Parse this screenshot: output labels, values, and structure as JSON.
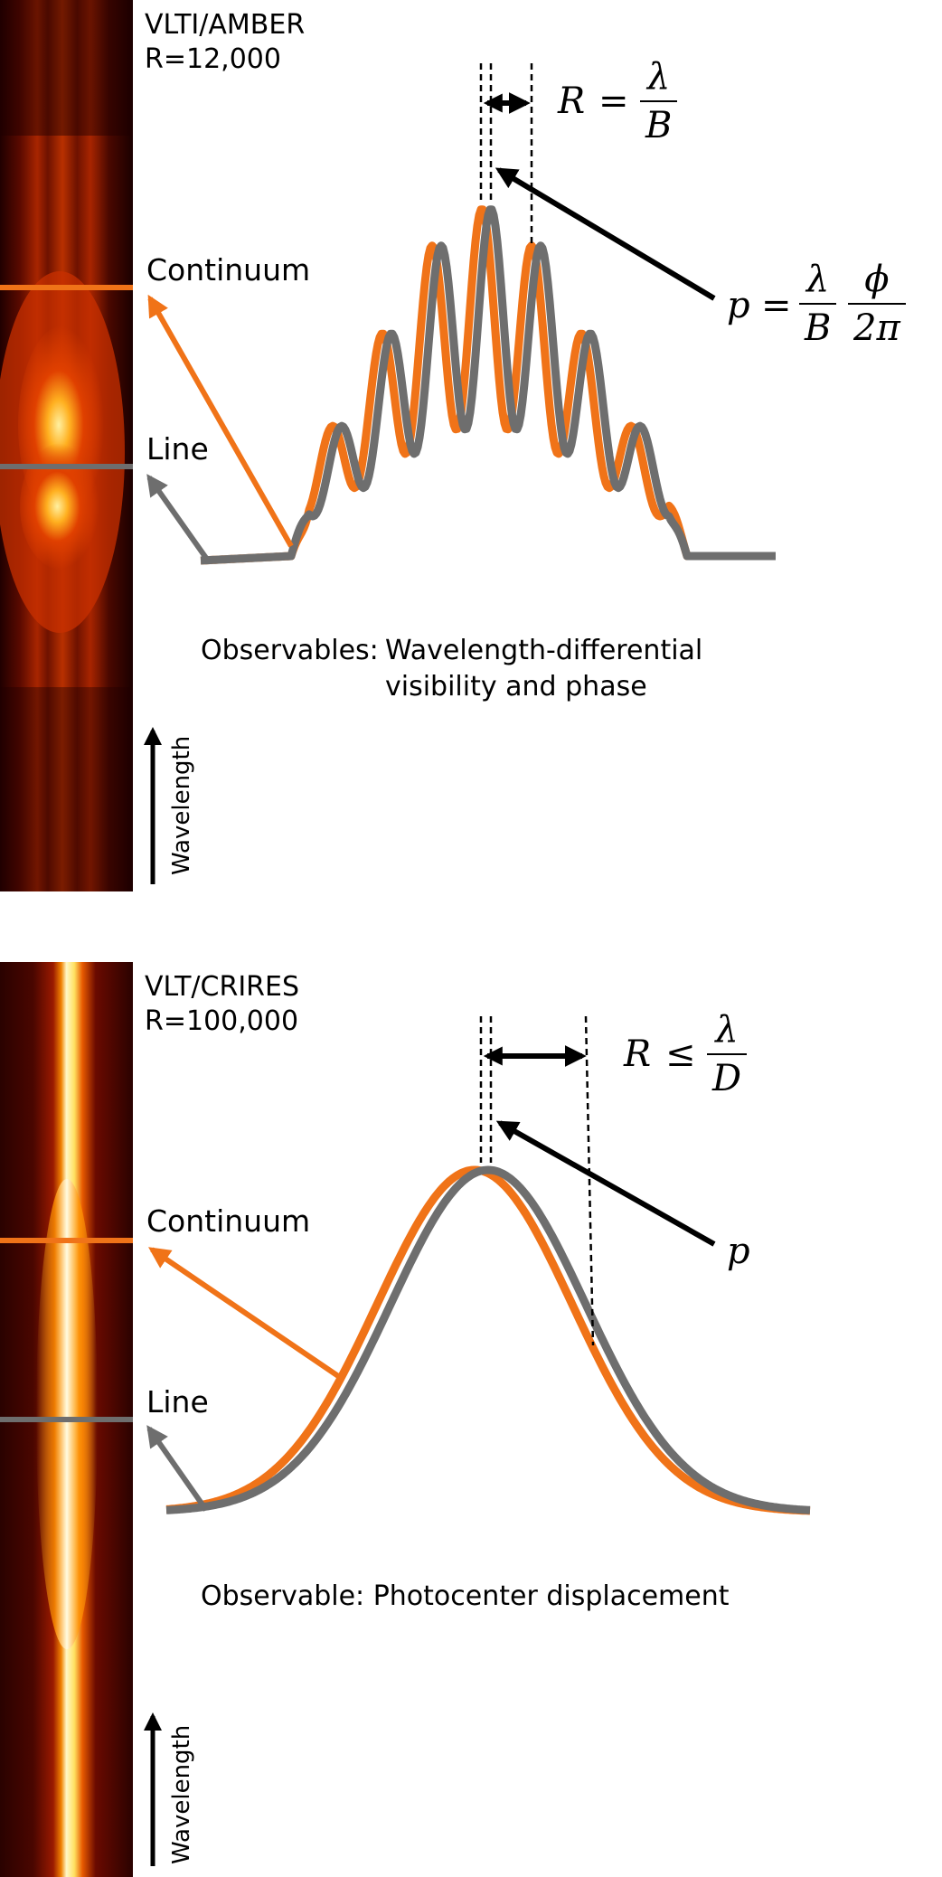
{
  "colors": {
    "continuum": "#f07318",
    "line": "#6e6e6e",
    "arrow": "#000000"
  },
  "top": {
    "instrument": "VLTI/AMBER",
    "resolution": "R=12,000",
    "continuum_label": "Continuum",
    "line_label": "Line",
    "observables_label": "Observables:",
    "observables_line1": "Wavelength-differential",
    "observables_line2": "visibility and phase",
    "axis_label": "Wavelength",
    "eq_R": {
      "lhs": "R",
      "op": "=",
      "num": "λ",
      "den": "B"
    },
    "eq_p": {
      "lhs": "p",
      "op": "=",
      "num1": "λ",
      "den1": "B",
      "num2": "ϕ",
      "den2": "2π"
    }
  },
  "bottom": {
    "instrument": "VLT/CRIRES",
    "resolution": "R=100,000",
    "continuum_label": "Continuum",
    "line_label": "Line",
    "observables": "Observable: Photocenter displacement",
    "axis_label": "Wavelength",
    "eq_R": {
      "lhs": "R",
      "op": "≤",
      "num": "λ",
      "den": "D"
    },
    "eq_p": {
      "lhs": "p"
    }
  }
}
